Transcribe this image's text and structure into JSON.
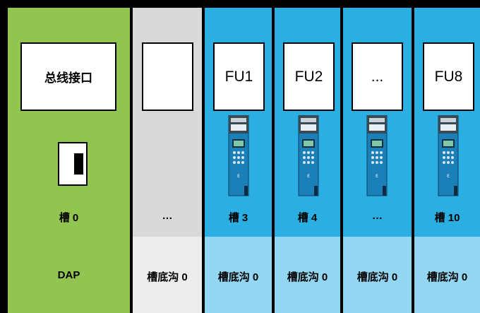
{
  "dap": {
    "box_label": "总线接口",
    "slot_label": "槽 0",
    "lower_label": "DAP"
  },
  "empty_slot": {
    "box_label": "",
    "slot_label": "…",
    "lower_label": "槽底沟 0"
  },
  "fu_slots": [
    {
      "box_label": "FU1",
      "slot_label": "槽 3",
      "lower_label": "槽底沟 0"
    },
    {
      "box_label": "FU2",
      "slot_label": "槽 4",
      "lower_label": "槽底沟 0"
    },
    {
      "box_label": "...",
      "slot_label": "…",
      "lower_label": "槽底沟 0"
    },
    {
      "box_label": "FU8",
      "slot_label": "槽 10",
      "lower_label": "槽底沟 0"
    }
  ],
  "colors": {
    "dap_green": "#92c550",
    "empty_gray": "#d9d9d9",
    "fu_blue": "#2baee2",
    "lower_light_blue": "#93d6f1",
    "border_black": "#000000"
  },
  "icons": {
    "dap_connector": "port-connector-icon",
    "fu_device": "frequency-converter-module-icon"
  }
}
